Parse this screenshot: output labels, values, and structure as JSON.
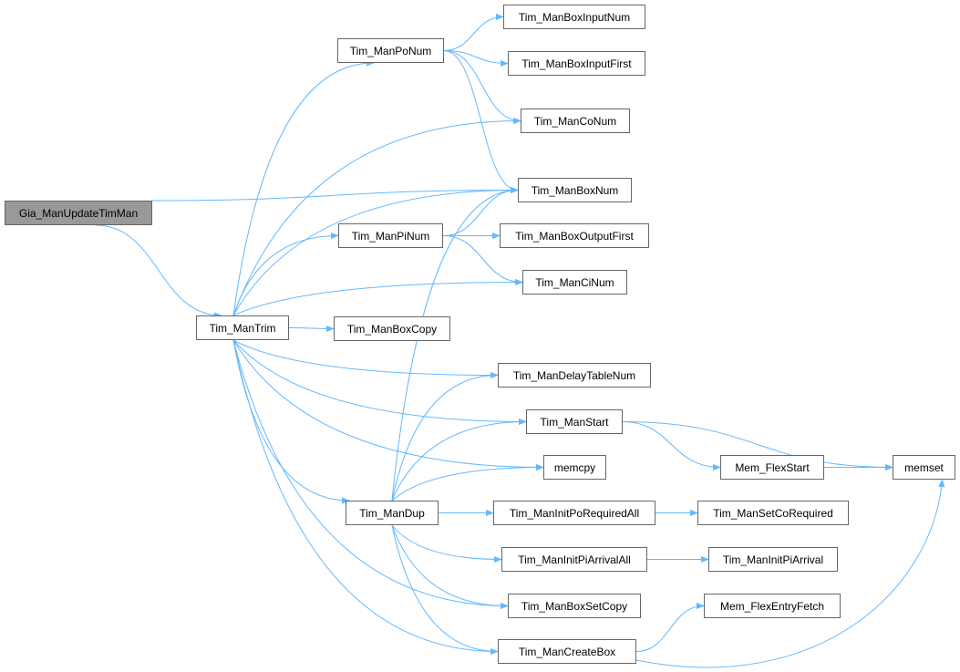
{
  "graph": {
    "edge_color": "#63b8ff",
    "root_fill": "#999999",
    "nodes": [
      {
        "id": "gia",
        "label": "Gia_ManUpdateTimMan",
        "root": true
      },
      {
        "id": "trim",
        "label": "Tim_ManTrim"
      },
      {
        "id": "ponum",
        "label": "Tim_ManPoNum"
      },
      {
        "id": "boxinputnum",
        "label": "Tim_ManBoxInputNum"
      },
      {
        "id": "boxinputfirst",
        "label": "Tim_ManBoxInputFirst"
      },
      {
        "id": "conum",
        "label": "Tim_ManCoNum"
      },
      {
        "id": "boxnum",
        "label": "Tim_ManBoxNum"
      },
      {
        "id": "pinum",
        "label": "Tim_ManPiNum"
      },
      {
        "id": "boxoutputfirst",
        "label": "Tim_ManBoxOutputFirst"
      },
      {
        "id": "cinum",
        "label": "Tim_ManCiNum"
      },
      {
        "id": "boxcopy",
        "label": "Tim_ManBoxCopy"
      },
      {
        "id": "delaytablenum",
        "label": "Tim_ManDelayTableNum"
      },
      {
        "id": "start",
        "label": "Tim_ManStart"
      },
      {
        "id": "memcpy",
        "label": "memcpy"
      },
      {
        "id": "flexstart",
        "label": "Mem_FlexStart"
      },
      {
        "id": "memset",
        "label": "memset"
      },
      {
        "id": "dup",
        "label": "Tim_ManDup"
      },
      {
        "id": "initporeq",
        "label": "Tim_ManInitPoRequiredAll"
      },
      {
        "id": "setcoreq",
        "label": "Tim_ManSetCoRequired"
      },
      {
        "id": "initpiarrall",
        "label": "Tim_ManInitPiArrivalAll"
      },
      {
        "id": "initpiarr",
        "label": "Tim_ManInitPiArrival"
      },
      {
        "id": "boxsetcopy",
        "label": "Tim_ManBoxSetCopy"
      },
      {
        "id": "flexentry",
        "label": "Mem_FlexEntryFetch"
      },
      {
        "id": "createbox",
        "label": "Tim_ManCreateBox"
      }
    ],
    "edges": [
      [
        "gia",
        "boxnum"
      ],
      [
        "gia",
        "trim"
      ],
      [
        "trim",
        "ponum"
      ],
      [
        "trim",
        "conum"
      ],
      [
        "trim",
        "boxnum"
      ],
      [
        "trim",
        "pinum"
      ],
      [
        "trim",
        "cinum"
      ],
      [
        "trim",
        "boxcopy"
      ],
      [
        "trim",
        "delaytablenum"
      ],
      [
        "trim",
        "start"
      ],
      [
        "trim",
        "memcpy"
      ],
      [
        "trim",
        "dup"
      ],
      [
        "trim",
        "boxsetcopy"
      ],
      [
        "trim",
        "createbox"
      ],
      [
        "ponum",
        "boxinputnum"
      ],
      [
        "ponum",
        "boxinputfirst"
      ],
      [
        "ponum",
        "conum"
      ],
      [
        "ponum",
        "boxnum"
      ],
      [
        "pinum",
        "boxnum"
      ],
      [
        "pinum",
        "boxoutputfirst"
      ],
      [
        "pinum",
        "cinum"
      ],
      [
        "start",
        "memset"
      ],
      [
        "start",
        "flexstart"
      ],
      [
        "flexstart",
        "memset"
      ],
      [
        "dup",
        "boxnum"
      ],
      [
        "dup",
        "delaytablenum"
      ],
      [
        "dup",
        "start"
      ],
      [
        "dup",
        "memcpy"
      ],
      [
        "dup",
        "initporeq"
      ],
      [
        "dup",
        "initpiarrall"
      ],
      [
        "dup",
        "boxsetcopy"
      ],
      [
        "dup",
        "createbox"
      ],
      [
        "initporeq",
        "setcoreq"
      ],
      [
        "initpiarrall",
        "initpiarr"
      ],
      [
        "createbox",
        "flexentry"
      ],
      [
        "createbox",
        "memset"
      ]
    ]
  }
}
